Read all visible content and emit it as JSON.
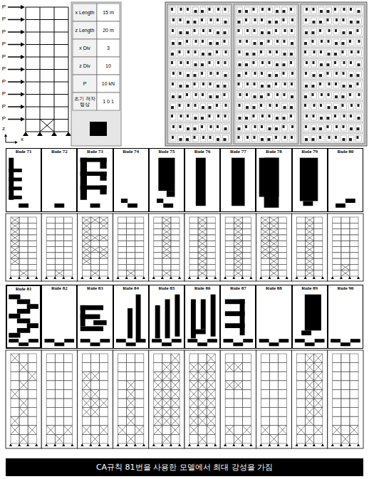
{
  "diagram": {
    "caption": "CA규칙 81번을 사용한 모델에서 최대 강성을 가짐",
    "nodes": [
      {
        "text": [
          "Rule 71"
        ]
      },
      {
        "text": [
          "Rule 72"
        ]
      },
      {
        "text": [
          "Rule 73"
        ]
      },
      {
        "text": [
          "Rule 74"
        ]
      },
      {
        "text": [
          "Rule 75"
        ]
      },
      {
        "text": [
          "Rule 76"
        ]
      },
      {
        "text": [
          "Rule 77"
        ]
      },
      {
        "text": [
          "Rule 78"
        ]
      },
      {
        "text": [
          "Rule 79"
        ]
      },
      {
        "text": [
          "Rule 80"
        ]
      },
      {
        "text": [
          "Rule 81"
        ]
      },
      {
        "text": [
          "Rule 82"
        ]
      },
      {
        "text": [
          "Rule 83"
        ]
      },
      {
        "text": [
          "Rule 84"
        ]
      },
      {
        "text": [
          "Rule 85"
        ]
      },
      {
        "text": [
          "Rule 86"
        ]
      },
      {
        "text": [
          "Rule 87"
        ]
      },
      {
        "text": [
          "Rule 88"
        ]
      },
      {
        "text": [
          "Rule 89"
        ]
      },
      {
        "text": [
          "Rule 90"
        ]
      }
    ],
    "labels": [
      "P",
      "P",
      "P",
      "P",
      "P",
      "P",
      "P",
      "P",
      "P",
      "P",
      "z",
      "x",
      "x Length",
      "15 m",
      "z Length",
      "20 m",
      "x Div",
      "3",
      "z Div",
      "10",
      "P",
      "10 kN",
      "초기 격자형상",
      "1 0 1"
    ]
  }
}
